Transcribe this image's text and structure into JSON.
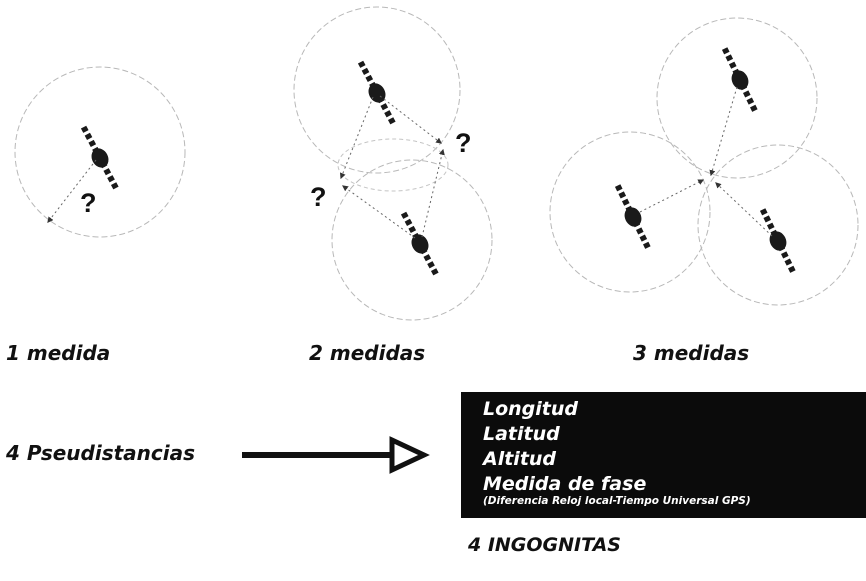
{
  "captions": {
    "one": "1 medida",
    "two": "2 medidas",
    "three": "3 medidas"
  },
  "question_mark": "?",
  "pseudo_label": "4 Pseudistancias",
  "box": {
    "lines": [
      "Longitud",
      "Latitud",
      "Altitud",
      "Medida de fase"
    ],
    "note": "(Diferencia Reloj local-Tiempo Universal GPS)"
  },
  "unknowns": "4 INGOGNITAS",
  "colors": {
    "background": "#ffffff",
    "box_background": "#0b0b0b",
    "box_text": "#ffffff",
    "circle_stroke": "#b8b8b8",
    "satellite": "#1a1a1a"
  }
}
